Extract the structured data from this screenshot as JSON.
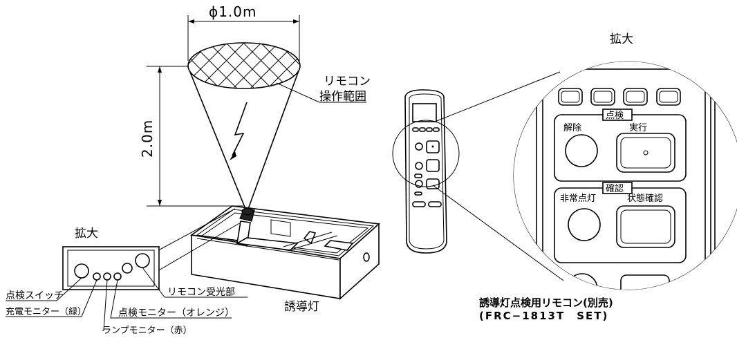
{
  "dimensions": {
    "diameter": "ϕ1.0m",
    "height": "2.0m"
  },
  "labels": {
    "remote_range_line1": "リモコン",
    "remote_range_line2": "操作範囲",
    "enlarge_left": "拡大",
    "enlarge_right": "拡大",
    "guide_light": "誘導灯",
    "check_switch": "点検スイッチ",
    "charge_monitor": "充電モニター（緑）",
    "lamp_monitor": "ランプモニター（赤）",
    "check_monitor": "点検モニター（オレンジ）",
    "remote_receiver": "リモコン受光部",
    "remote_title": "誘導灯点検用リモコン(別売)",
    "remote_model": "(FRC−1813T　SET)"
  },
  "remote_buttons": {
    "check_group": "点検",
    "release": "解除",
    "execute": "実行",
    "confirm_group": "確認",
    "emergency_light": "非常点灯",
    "status_check": "状態確認"
  }
}
